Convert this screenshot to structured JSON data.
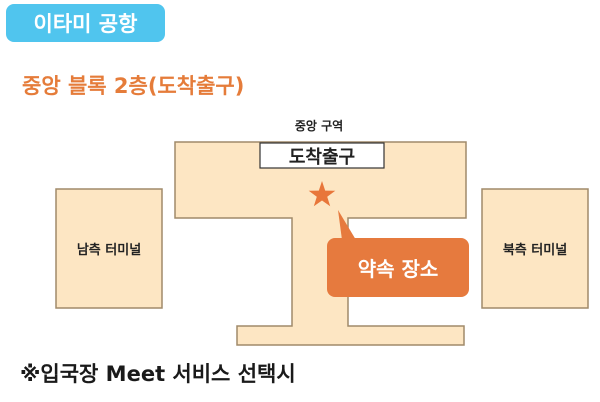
{
  "airport": {
    "title": "이타미 공항"
  },
  "floor": {
    "heading": "중앙 블록 2층(도착출구)"
  },
  "map": {
    "central_zone_label": "중앙 구역",
    "arrival_exit_label": "도착출구",
    "south_terminal_label": "남측 터미널",
    "north_terminal_label": "북측 터미널",
    "meeting_point_label": "약속 장소"
  },
  "note": {
    "text": "※입국장 Meet 서비스 선택시"
  },
  "colors": {
    "badge": "#50c5ee",
    "heading": "#e57c3a",
    "building_fill": "#fde6c3",
    "building_stroke": "#a08a6a",
    "meeting_point": "#e67a3e",
    "star": "#e8763a"
  },
  "icons": {
    "meeting_marker": "star-icon"
  }
}
